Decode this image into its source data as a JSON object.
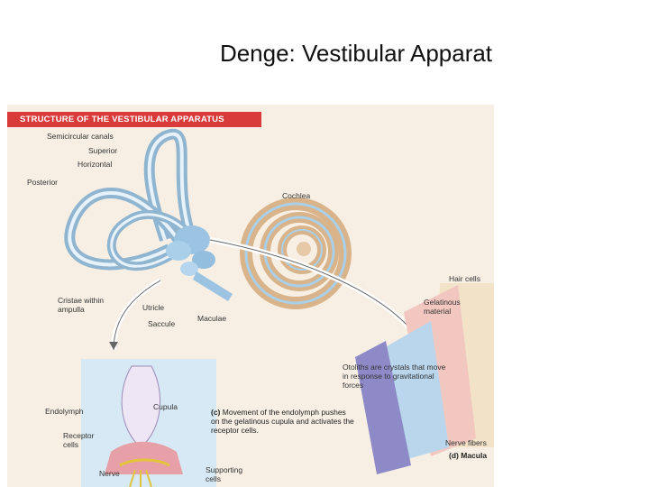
{
  "slide": {
    "title": "Denge: Vestibular Apparat"
  },
  "figure": {
    "header": "STRUCTURE OF THE VESTIBULAR APPARATUS",
    "labels": {
      "semicircular_canals": "Semicircular canals",
      "superior": "Superior",
      "horizontal": "Horizontal",
      "posterior": "Posterior",
      "cochlea": "Cochlea",
      "cristae": "Cristae within ampulla",
      "utricle": "Utricle",
      "saccule": "Saccule",
      "maculae": "Maculae",
      "hair_cells": "Hair cells",
      "gelatinous": "Gelatinous material",
      "otoliths": "Otoliths are crystals that move in response to gravitational forces",
      "endolymph": "Endolymph",
      "cupula": "Cupula",
      "receptor_cells": "Receptor cells",
      "nerve": "Nerve",
      "supporting_cells": "Supporting cells",
      "nerve_fibers": "Nerve fibers"
    },
    "caption_c": {
      "letter": "(c)",
      "text": "Movement of the endolymph pushes on the gelatinous cupula and activates the receptor cells."
    },
    "caption_d": {
      "letter": "(d)",
      "text": "Macula"
    }
  }
}
